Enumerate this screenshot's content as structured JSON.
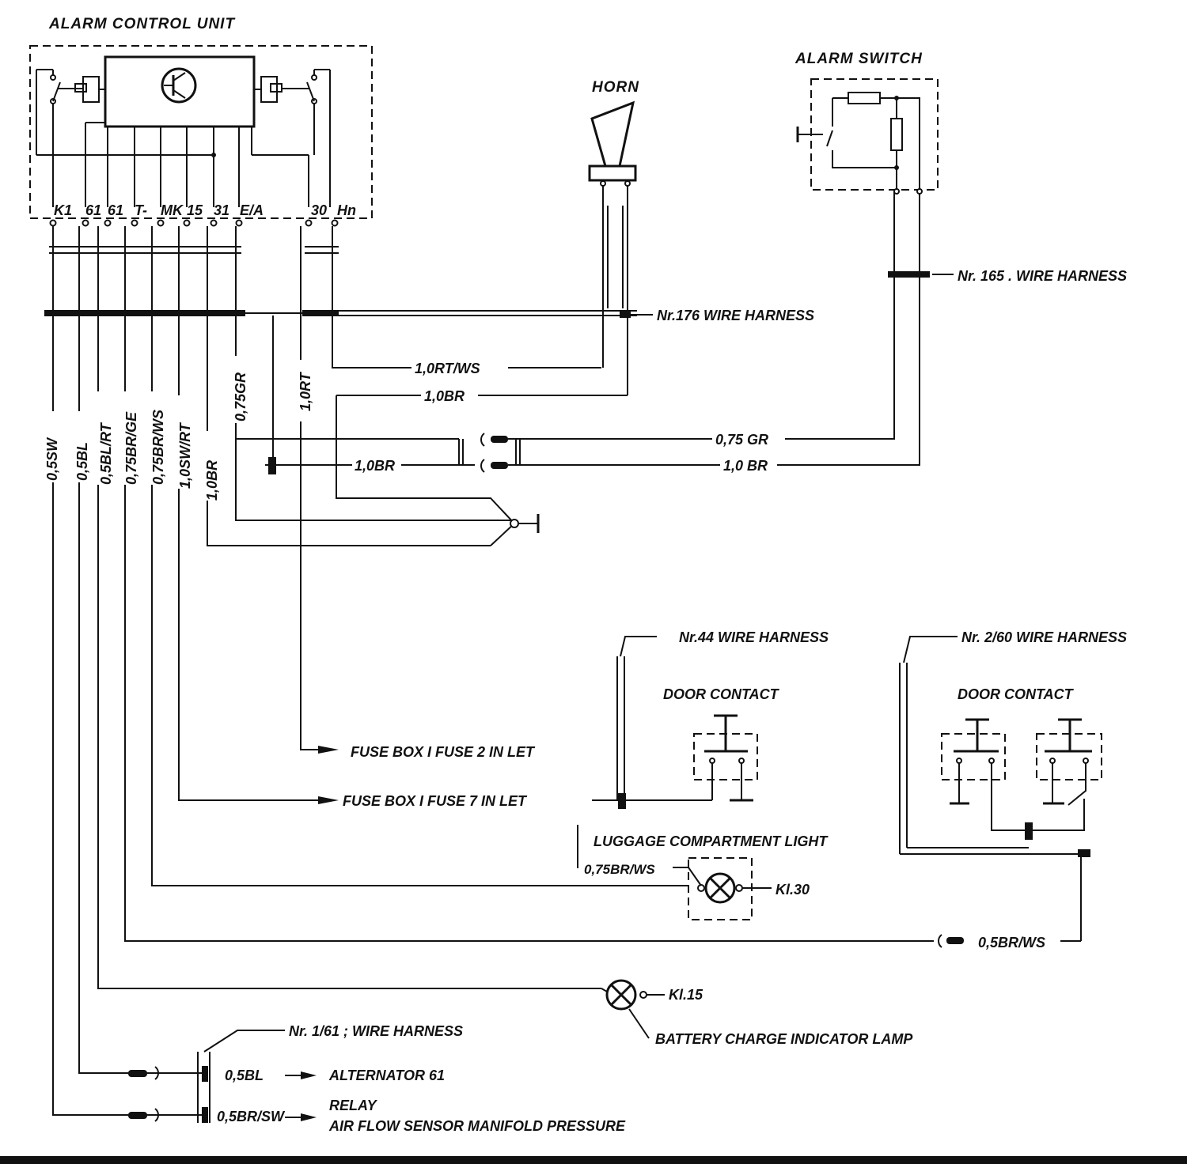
{
  "labels": {
    "alarm_control_unit": "ALARM CONTROL UNIT",
    "horn": "HORN",
    "alarm_switch": "ALARM SWITCH",
    "harness_165": "Nr. 165 . WIRE HARNESS",
    "harness_176": "Nr.176  WIRE HARNESS",
    "harness_44": "Nr.44  WIRE HARNESS",
    "harness_260": "Nr. 2/60  WIRE HARNESS",
    "harness_161": "Nr. 1/61 ; WIRE HARNESS",
    "door_contact_1": "DOOR CONTACT",
    "door_contact_2": "DOOR CONTACT",
    "fuse2": "FUSE BOX I  FUSE 2  IN LET",
    "fuse7": "FUSE BOX I  FUSE 7  IN LET",
    "luggage_light": "LUGGAGE COMPARTMENT LIGHT",
    "kl30": "Kl.30",
    "kl15": "Kl.15",
    "battery_lamp": "BATTERY CHARGE INDICATOR LAMP",
    "alternator": "ALTERNATOR 61",
    "relay": "RELAY",
    "air_flow": "AIR FLOW SENSOR MANIFOLD PRESSURE"
  },
  "terminals": [
    "K1",
    "61",
    "61",
    "T-",
    "MK",
    "15",
    "31",
    "E/A",
    "30",
    "Hn"
  ],
  "wires": {
    "w_05sw": "0,5SW",
    "w_05bl": "0,5BL",
    "w_05blrt": "0,5BL/RT",
    "w_075brge": "0,75BR/GE",
    "w_075brws": "0,75BR/WS",
    "w_10swrt": "1,0SW/RT",
    "w_10br_v": "1,0BR",
    "w_075gr_v": "0,75GR",
    "w_10rt_v": "1,0RT",
    "w_10rtws": "1,0RT/WS",
    "w_10br_horn": "1,0BR",
    "w_075gr_sw": "0,75 GR",
    "w_10br_sw": "1,0 BR",
    "w_10br_mid": "1,0BR",
    "w_075brws_lug": "0,75BR/WS",
    "w_05brws_door": "0,5BR/WS",
    "w_05bl_alt": "0,5BL",
    "w_05brsw_relay": "0,5BR/SW"
  }
}
